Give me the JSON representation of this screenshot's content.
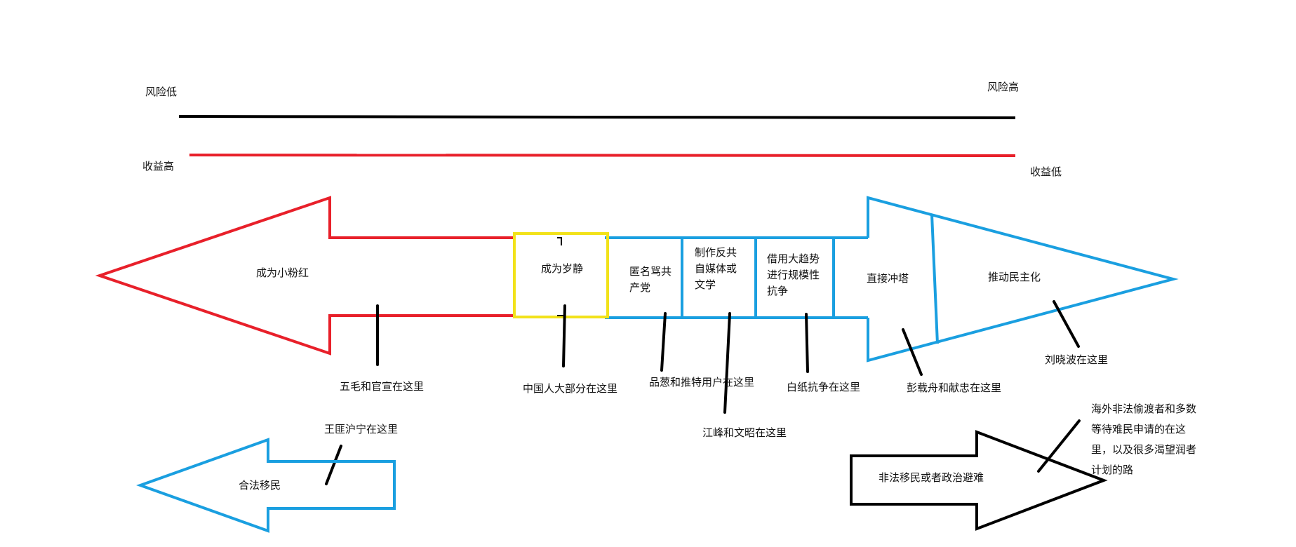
{
  "scale": {
    "risk_low": "风险低",
    "risk_high": "风险高",
    "return_high": "收益高",
    "return_low": "收益低"
  },
  "spectrum": {
    "left_arrow": "成为小粉红",
    "box_yellow": "成为岁静",
    "segments": [
      "匿名骂共产党",
      "制作反共自媒体或文学",
      "借用大趋势进行规模性抗争",
      "直接冲塔",
      "推动民主化"
    ]
  },
  "annotations": [
    "五毛和官宣在这里",
    "中国人大部分在这里",
    "品葱和推特用户在这里",
    "江峰和文昭在这里",
    "白纸抗争在这里",
    "彭载舟和献忠在这里",
    "刘晓波在这里"
  ],
  "migration": {
    "legal": "合法移民",
    "legal_note": "王匪沪宁在这里",
    "illegal": "非法移民或者政治避难",
    "illegal_note": "海外非法偷渡者和多数等待难民申请的在这里，以及很多渴望润者计划的路"
  },
  "colors": {
    "black": "#000000",
    "red": "#e8202a",
    "blue": "#1a9fe0",
    "yellow": "#f2e21a"
  }
}
